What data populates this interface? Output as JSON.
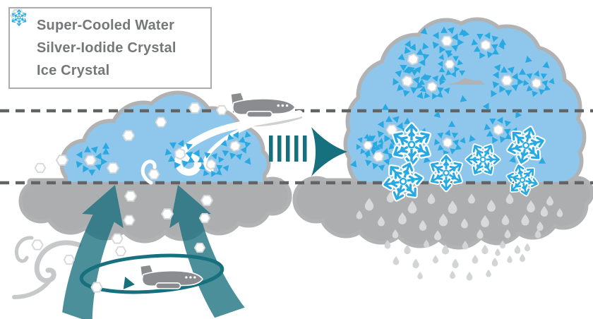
{
  "legend": {
    "items": [
      {
        "icon": "supercooled-water-triangle-icon",
        "label": "Super-Cooled Water",
        "color": "#29A9E1"
      },
      {
        "icon": "silver-iodide-hexagon-icon",
        "label": "Silver-Iodide Crystal",
        "color": "#FFFFFF"
      },
      {
        "icon": "ice-crystal-snowflake-icon",
        "label": "Ice Crystal",
        "color": "#29A9E1"
      }
    ]
  },
  "colors": {
    "cloud_blue": "#8EC7EB",
    "cloud_gray": "#B1B2B4",
    "cloud_gray_dark": "#ADAEB0",
    "accent_blue": "#29A9E1",
    "teal": "#17707E",
    "dash_gray": "#616365",
    "text_gray": "#76777A",
    "hex_stroke": "#D5D7D8",
    "drop_light": "#D8D9DB",
    "drop_mid": "#D2D4D5",
    "plane_gray": "#8A8C8F"
  },
  "icons": [
    "seeding-aircraft-icon",
    "updraft-arrow-icon",
    "transform-arrow-icon",
    "wind-swirl-icon",
    "ice-crystal-icon",
    "silver-iodide-crystal-icon",
    "supercooled-water-icon",
    "raindrop-icon"
  ],
  "diagram": {
    "markers": {
      "droplet_clusters": [
        [
          128,
          227,
          0,
          1
        ],
        [
          255,
          218,
          25,
          1
        ],
        [
          333,
          207,
          -15,
          0.95
        ],
        [
          299,
          233,
          40,
          0.9
        ],
        [
          633,
          58,
          0,
          1
        ],
        [
          688,
          64,
          30,
          0.95
        ],
        [
          585,
          84,
          -20,
          1
        ],
        [
          637,
          91,
          60,
          0.85
        ],
        [
          577,
          115,
          15,
          1
        ],
        [
          612,
          123,
          40,
          0.9
        ],
        [
          718,
          114,
          0,
          1
        ],
        [
          760,
          118,
          20,
          0.9
        ],
        [
          555,
          184,
          0,
          1
        ],
        [
          706,
          184,
          30,
          0.95
        ],
        [
          536,
          222,
          -10,
          0.95
        ],
        [
          634,
          202,
          20,
          0.9
        ],
        [
          521,
          206,
          10,
          0.8
        ]
      ],
      "silver_iodide_crystals": [
        [
          182,
          192,
          0,
          1
        ],
        [
          228,
          173,
          0,
          0.95
        ],
        [
          276,
          153,
          0,
          1
        ],
        [
          314,
          156,
          0,
          0.9
        ],
        [
          160,
          238,
          0,
          1
        ],
        [
          218,
          247,
          0,
          0.95
        ],
        [
          88,
          227,
          0,
          1
        ],
        [
          57,
          238,
          0,
          0.9
        ],
        [
          185,
          278,
          0,
          1
        ],
        [
          183,
          312,
          0,
          0.95
        ],
        [
          293,
          284,
          0,
          1
        ],
        [
          290,
          309,
          0,
          0.9
        ],
        [
          237,
          303,
          0,
          1
        ],
        [
          166,
          338,
          0,
          0.95
        ],
        [
          171,
          356,
          0,
          0.9
        ],
        [
          53,
          347,
          0,
          0.95
        ],
        [
          98,
          368,
          0,
          0.9
        ],
        [
          137,
          407,
          0,
          0.95
        ],
        [
          283,
          351,
          0,
          0.9
        ]
      ],
      "supercooled_triangles": [
        [
          601,
          44,
          10,
          1
        ],
        [
          659,
          47,
          -20,
          1
        ],
        [
          712,
          60,
          0,
          1
        ],
        [
          596,
          135,
          20,
          1
        ],
        [
          656,
          140,
          -10,
          1
        ],
        [
          690,
          150,
          30,
          1
        ],
        [
          546,
          152,
          0,
          1
        ],
        [
          620,
          162,
          15,
          1
        ],
        [
          733,
          162,
          -25,
          1
        ],
        [
          774,
          92,
          10,
          1
        ],
        [
          748,
          84,
          -15,
          1
        ],
        [
          524,
          196,
          0,
          1
        ],
        [
          600,
          186,
          25,
          1
        ],
        [
          668,
          196,
          -20,
          1
        ],
        [
          727,
          226,
          15,
          1
        ],
        [
          768,
          228,
          0,
          1
        ],
        [
          502,
          232,
          20,
          1
        ],
        [
          604,
          226,
          -15,
          1
        ],
        [
          562,
          212,
          30,
          1
        ],
        [
          640,
          176,
          0,
          1
        ],
        [
          698,
          132,
          -30,
          1
        ],
        [
          579,
          62,
          25,
          1
        ],
        [
          627,
          110,
          0,
          1
        ],
        [
          706,
          95,
          40,
          1
        ],
        [
          150,
          207,
          0,
          1
        ],
        [
          352,
          228,
          20,
          1
        ]
      ],
      "ice_crystals": [
        [
          583,
          205,
          0,
          1.05
        ],
        [
          745,
          206,
          15,
          0.95
        ],
        [
          684,
          226,
          30,
          0.85
        ],
        [
          632,
          245,
          0,
          0.9
        ],
        [
          571,
          257,
          20,
          1.0
        ],
        [
          740,
          255,
          -15,
          0.8
        ]
      ],
      "raindrops_in_cloud": [
        [
          523,
          289,
          0,
          1
        ],
        [
          553,
          279,
          0,
          0.85
        ],
        [
          584,
          293,
          0,
          1
        ],
        [
          611,
          281,
          0,
          0.85
        ],
        [
          641,
          293,
          0,
          1.05
        ],
        [
          668,
          281,
          0,
          0.8
        ],
        [
          696,
          291,
          0,
          0.95
        ],
        [
          722,
          281,
          0,
          0.85
        ],
        [
          752,
          292,
          0,
          0.95
        ],
        [
          779,
          284,
          0,
          0.8
        ],
        [
          540,
          313,
          0,
          0.8
        ],
        [
          570,
          309,
          0,
          0.95
        ],
        [
          599,
          319,
          0,
          0.85
        ],
        [
          628,
          311,
          0,
          1
        ],
        [
          658,
          316,
          0,
          0.8
        ],
        [
          687,
          313,
          0,
          0.95
        ],
        [
          716,
          311,
          0,
          0.85
        ],
        [
          744,
          311,
          0,
          0.9
        ],
        [
          771,
          299,
          0,
          0.85
        ],
        [
          793,
          301,
          0,
          0.7
        ],
        [
          509,
          304,
          0,
          0.7
        ],
        [
          620,
          333,
          0,
          0.8
        ],
        [
          680,
          331,
          0,
          0.75
        ],
        [
          560,
          331,
          0,
          0.7
        ],
        [
          719,
          331,
          0,
          0.7
        ],
        [
          765,
          320,
          0,
          0.75
        ]
      ],
      "raindrops_falling": [
        [
          549,
          346,
          0,
          0.7
        ],
        [
          577,
          353,
          0,
          0.75
        ],
        [
          604,
          345,
          0,
          0.65
        ],
        [
          631,
          353,
          0,
          0.8
        ],
        [
          659,
          347,
          0,
          0.7
        ],
        [
          687,
          353,
          0,
          0.75
        ],
        [
          712,
          346,
          0,
          0.65
        ],
        [
          561,
          369,
          0,
          0.7
        ],
        [
          589,
          373,
          0,
          0.75
        ],
        [
          617,
          367,
          0,
          0.65
        ],
        [
          645,
          373,
          0,
          0.75
        ],
        [
          673,
          367,
          0,
          0.7
        ],
        [
          701,
          371,
          0,
          0.7
        ],
        [
          641,
          389,
          0,
          0.65
        ],
        [
          665,
          391,
          0,
          0.7
        ],
        [
          692,
          387,
          0,
          0.6
        ],
        [
          733,
          353,
          0,
          0.7
        ],
        [
          747,
          350,
          0,
          0.65
        ],
        [
          762,
          331,
          0,
          0.7
        ],
        [
          722,
          367,
          0,
          0.6
        ],
        [
          740,
          365,
          0,
          0.65
        ],
        [
          595,
          390,
          0,
          0.6
        ],
        [
          705,
          357,
          0,
          0.6
        ]
      ]
    }
  }
}
